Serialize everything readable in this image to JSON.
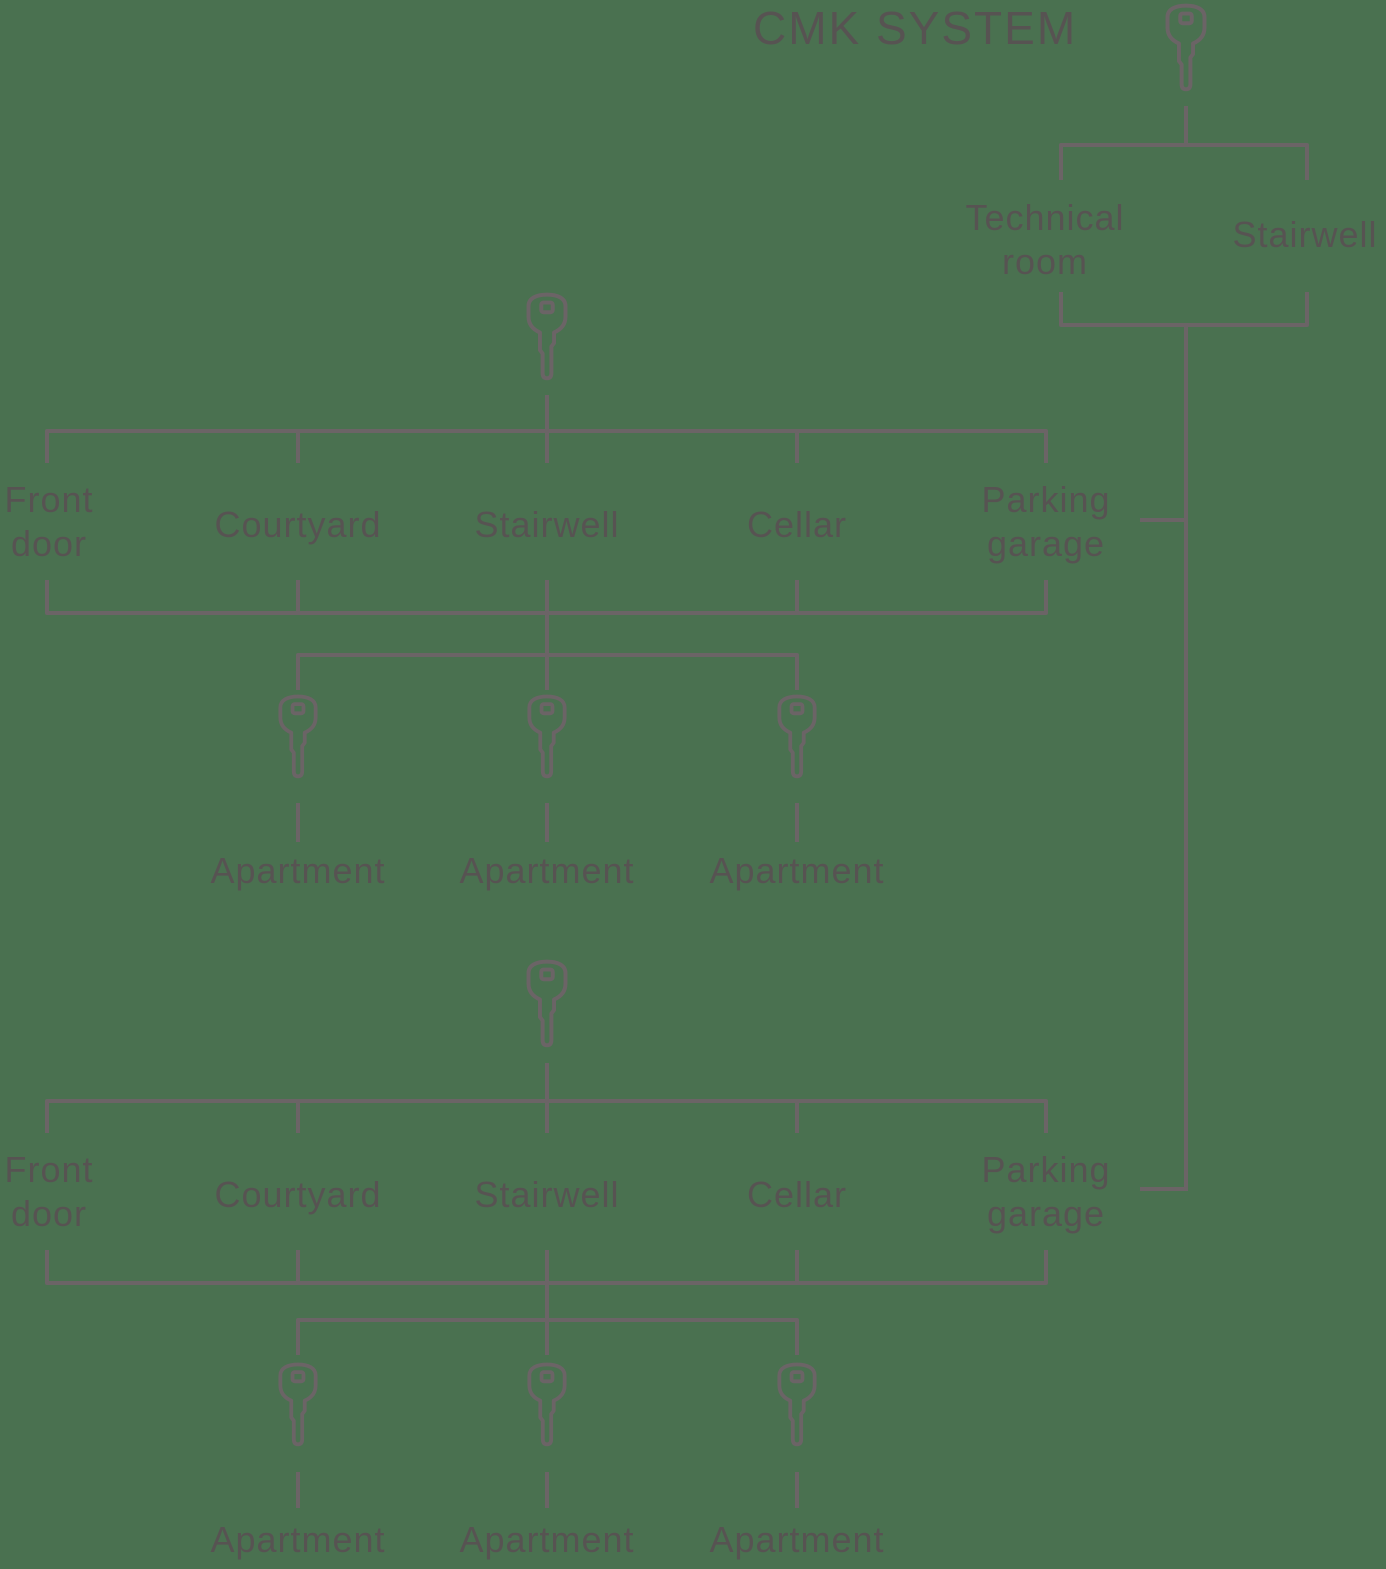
{
  "title": "CMK SYSTEM",
  "colors": {
    "background": "#4a7150",
    "line": "#6b6466",
    "text": "#585253"
  },
  "icons": {
    "key": "key-icon"
  },
  "top_group": {
    "technical_room": "Technical room",
    "stairwell": "Stairwell"
  },
  "building1": {
    "doors": {
      "front_door": "Front door",
      "courtyard": "Courtyard",
      "stairwell": "Stairwell",
      "cellar": "Cellar",
      "parking_garage": "Parking garage"
    },
    "apartments": [
      "Apartment",
      "Apartment",
      "Apartment"
    ]
  },
  "building2": {
    "doors": {
      "front_door": "Front door",
      "courtyard": "Courtyard",
      "stairwell": "Stairwell",
      "cellar": "Cellar",
      "parking_garage": "Parking garage"
    },
    "apartments": [
      "Apartment",
      "Apartment",
      "Apartment"
    ]
  }
}
